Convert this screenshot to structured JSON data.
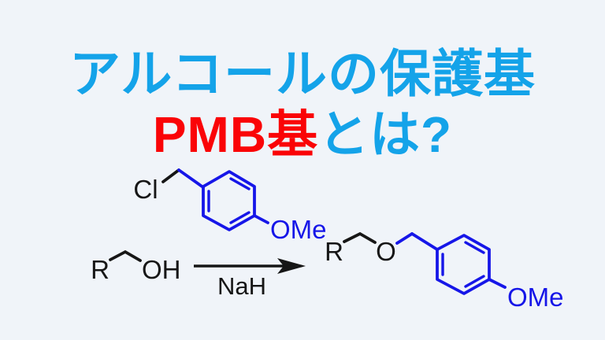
{
  "colors": {
    "background": "#f0f4f9",
    "title_blue": "#14a3e9",
    "accent_red": "#fa0407",
    "structure_blue": "#1616e8",
    "structure_black": "#161616"
  },
  "title": {
    "line1": "アルコールの保護基",
    "line2_red": "PMB基",
    "line2_blue": "とは?"
  },
  "scheme": {
    "reagent_pmbcl": {
      "halide_label": "Cl",
      "methoxy_label": "OMe"
    },
    "substrate_alcohol": {
      "r_label": "R",
      "hydroxyl_label": "OH"
    },
    "arrow": {
      "reagent_below": "NaH"
    },
    "product_pmb_ether": {
      "r_label": "R",
      "ether_oxygen_label": "O",
      "methoxy_label": "OMe"
    }
  }
}
